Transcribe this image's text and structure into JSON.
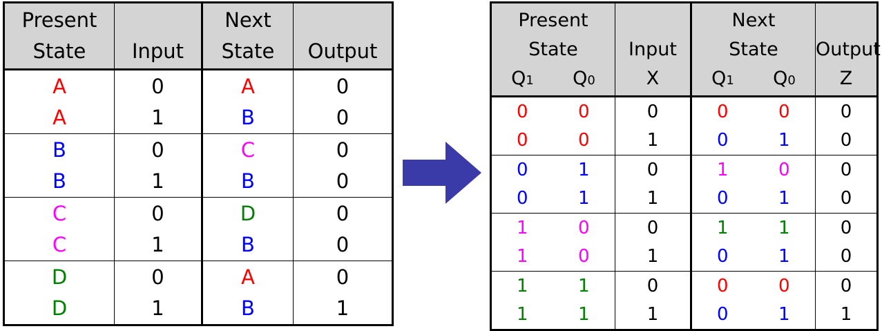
{
  "left_table": {
    "headers": {
      "present_state": [
        "Present",
        "State"
      ],
      "input": "Input",
      "next_state": [
        "Next",
        "State"
      ],
      "output": "Output"
    },
    "rows": [
      {
        "ps": "A",
        "in": "0",
        "ns": "A",
        "out": "0"
      },
      {
        "ps": "A",
        "in": "1",
        "ns": "B",
        "out": "0"
      },
      {
        "ps": "B",
        "in": "0",
        "ns": "C",
        "out": "0"
      },
      {
        "ps": "B",
        "in": "1",
        "ns": "B",
        "out": "0"
      },
      {
        "ps": "C",
        "in": "0",
        "ns": "D",
        "out": "0"
      },
      {
        "ps": "C",
        "in": "1",
        "ns": "B",
        "out": "0"
      },
      {
        "ps": "D",
        "in": "0",
        "ns": "A",
        "out": "0"
      },
      {
        "ps": "D",
        "in": "1",
        "ns": "B",
        "out": "1"
      }
    ]
  },
  "right_table": {
    "headers": {
      "present_state": [
        "Present",
        "State"
      ],
      "input": [
        "Input",
        "X"
      ],
      "next_state": [
        "Next",
        "State"
      ],
      "output": [
        "Output",
        "Z"
      ],
      "q1": "Q",
      "q1_sub": "1",
      "q0": "Q",
      "q0_sub": "0"
    },
    "rows": [
      {
        "q1": "0",
        "q0": "0",
        "x": "0",
        "nq1": "0",
        "nq0": "0",
        "z": "0"
      },
      {
        "q1": "0",
        "q0": "0",
        "x": "1",
        "nq1": "0",
        "nq0": "1",
        "z": "0"
      },
      {
        "q1": "0",
        "q0": "1",
        "x": "0",
        "nq1": "1",
        "nq0": "0",
        "z": "0"
      },
      {
        "q1": "0",
        "q0": "1",
        "x": "1",
        "nq1": "0",
        "nq0": "1",
        "z": "0"
      },
      {
        "q1": "1",
        "q0": "0",
        "x": "0",
        "nq1": "1",
        "nq0": "1",
        "z": "0"
      },
      {
        "q1": "1",
        "q0": "0",
        "x": "1",
        "nq1": "0",
        "nq0": "1",
        "z": "0"
      },
      {
        "q1": "1",
        "q0": "1",
        "x": "0",
        "nq1": "0",
        "nq0": "0",
        "z": "0"
      },
      {
        "q1": "1",
        "q0": "1",
        "x": "1",
        "nq1": "0",
        "nq0": "1",
        "z": "1"
      }
    ]
  },
  "colors": {
    "A": "#ff0000",
    "B": "#0000ff",
    "C": "#ff00ff",
    "D": "#008000",
    "arrow": "#3a3aa8",
    "header_bg": "#d4d4d4"
  }
}
